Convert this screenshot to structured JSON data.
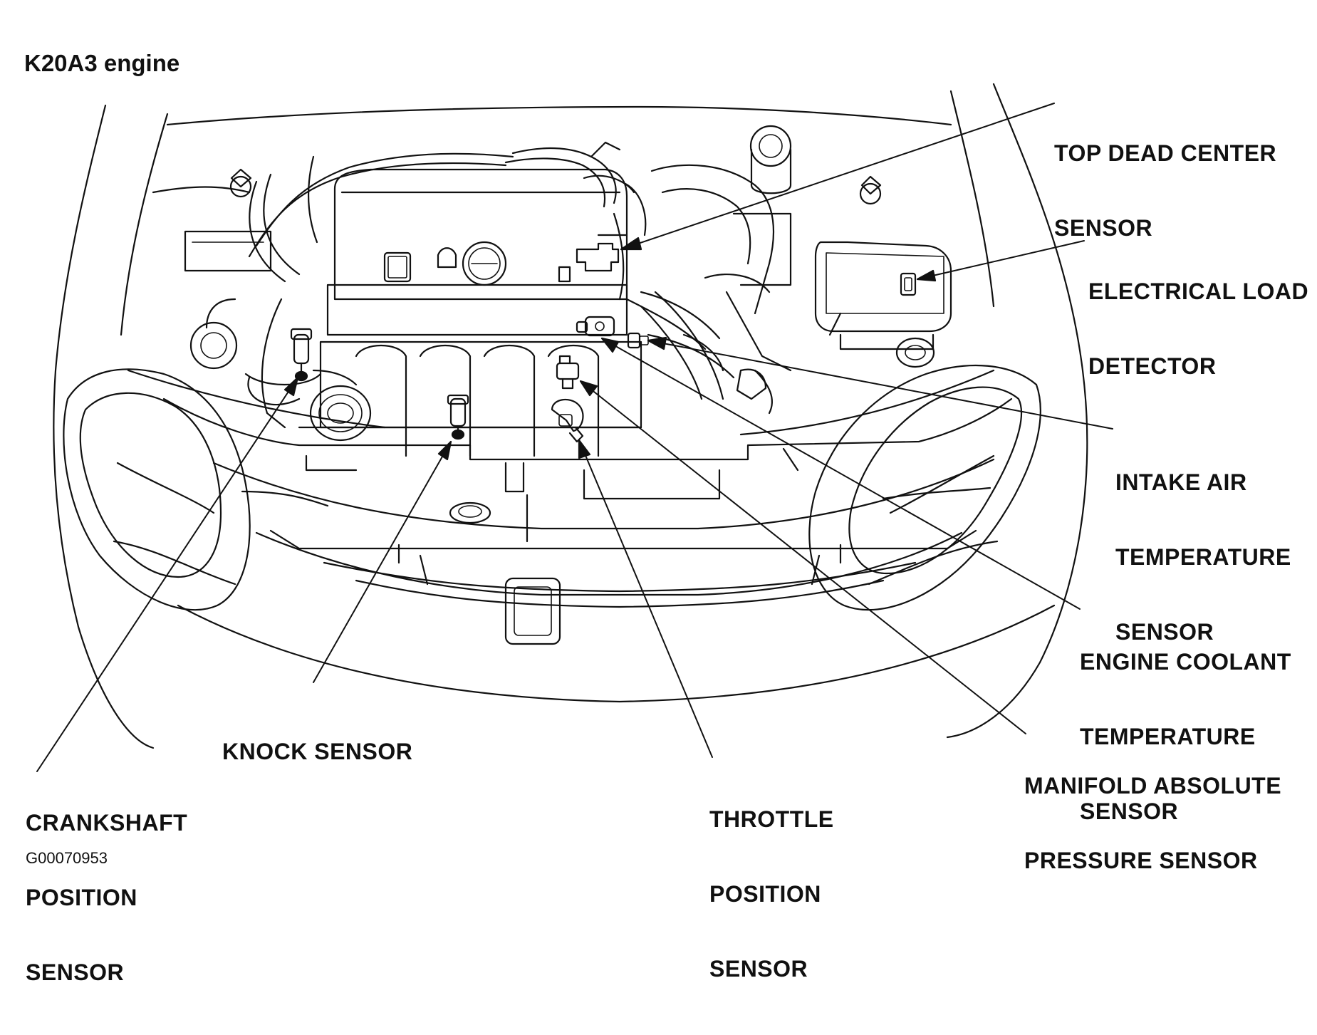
{
  "title": "K20A3 engine",
  "figure_id": "G00070953",
  "labels": {
    "tdc": [
      "TOP DEAD CENTER",
      "SENSOR"
    ],
    "eld": [
      "ELECTRICAL LOAD",
      "DETECTOR"
    ],
    "iat": [
      "INTAKE AIR",
      "TEMPERATURE",
      "SENSOR"
    ],
    "ect": [
      "ENGINE COOLANT",
      "TEMPERATURE",
      "SENSOR"
    ],
    "map": [
      "MANIFOLD ABSOLUTE",
      "PRESSURE SENSOR"
    ],
    "tps": [
      "THROTTLE",
      "POSITION",
      "SENSOR"
    ],
    "knock": [
      "KNOCK SENSOR"
    ],
    "ckp": [
      "CRANKSHAFT",
      "POSITION",
      "SENSOR"
    ]
  }
}
